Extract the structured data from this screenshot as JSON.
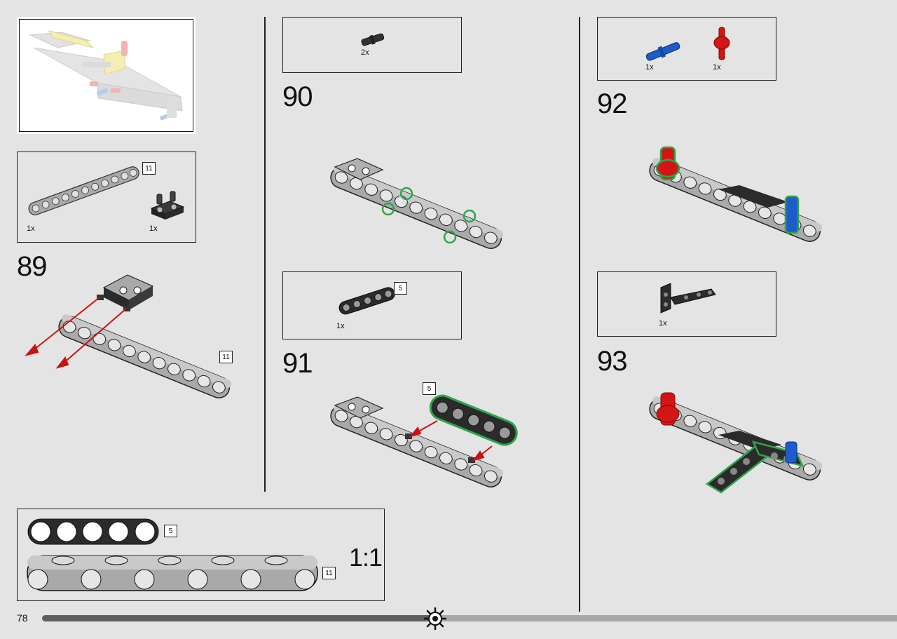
{
  "page": {
    "number": "78"
  },
  "progress": {
    "fraction": 0.46,
    "fill_color": "#5f5f5f",
    "track_color": "#aaa8a4"
  },
  "left_column": {
    "parts_box": {
      "items": [
        {
          "qty": "1x",
          "part": "light-gray-beam-11",
          "tag": "11"
        },
        {
          "qty": "1x",
          "part": "black-pin-connector"
        }
      ]
    },
    "step": {
      "number": "89",
      "tag": "11"
    }
  },
  "middle_column": {
    "parts_box_1": {
      "items": [
        {
          "qty": "2x",
          "part": "black-friction-pin"
        }
      ]
    },
    "step_1": {
      "number": "90"
    },
    "parts_box_2": {
      "items": [
        {
          "qty": "1x",
          "part": "black-beam-5",
          "tag": "5"
        }
      ]
    },
    "step_2": {
      "number": "91",
      "tag": "5"
    }
  },
  "right_column": {
    "parts_box_1": {
      "items": [
        {
          "qty": "1x",
          "part": "blue-axle-pin",
          "color": "#1e5ccc"
        },
        {
          "qty": "1x",
          "part": "red-connector",
          "color": "#d41515"
        }
      ]
    },
    "step_1": {
      "number": "92"
    },
    "parts_box_2": {
      "items": [
        {
          "qty": "1x",
          "part": "black-angled-beam"
        }
      ]
    },
    "step_2": {
      "number": "93"
    }
  },
  "scale_box": {
    "scale": "1:1",
    "beam_short_tag": "5",
    "beam_long_tag": "11"
  },
  "colors": {
    "highlight_green": "#2fa44a",
    "arrow_red": "#cc1111",
    "beam_gray": "#a9a9a9",
    "beam_black": "#2b2b2b"
  }
}
